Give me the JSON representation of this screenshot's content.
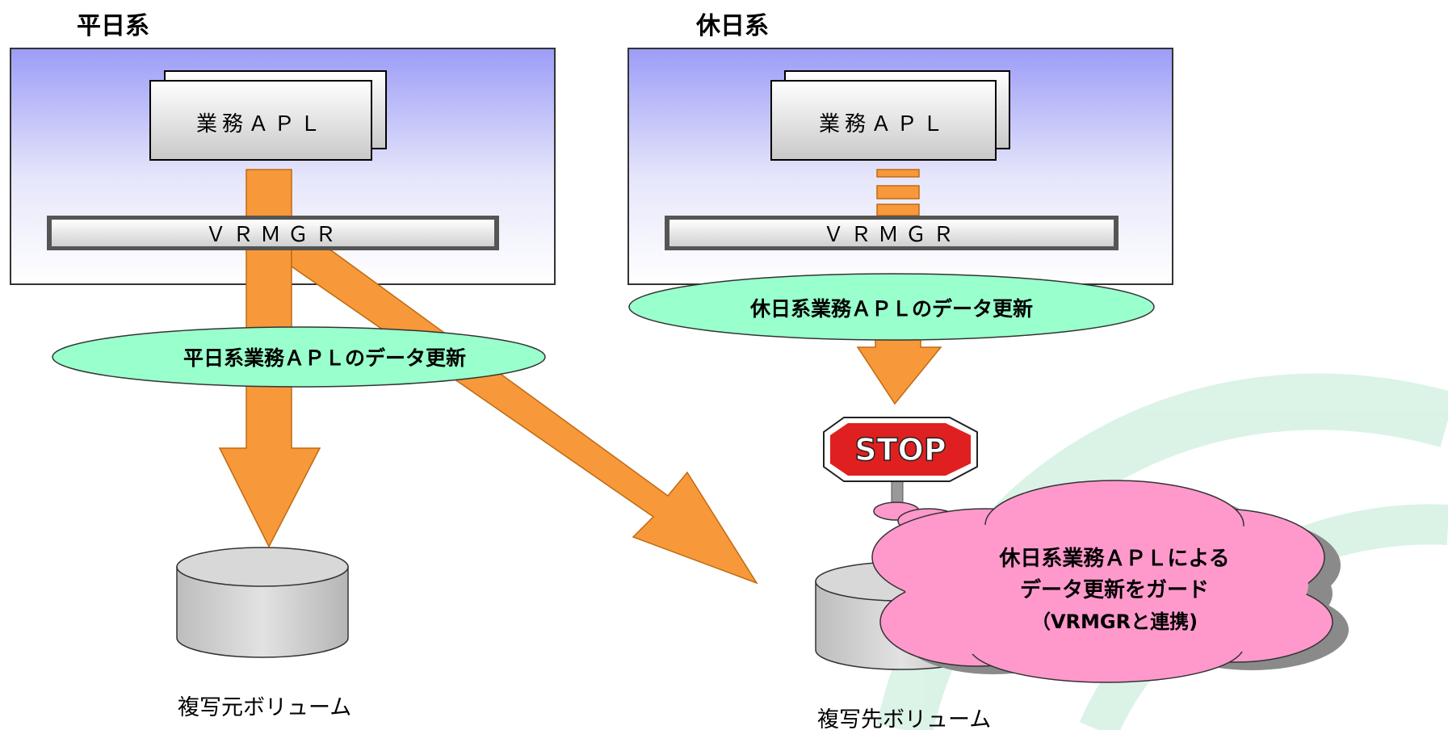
{
  "left_system": {
    "heading": "平日系",
    "app_label": "業務ＡＰＬ",
    "vrmgr_label": "ＶＲＭＧＲ",
    "update_label": "平日系業務ＡＰＬのデータ更新",
    "volume_label": "複写元ボリューム"
  },
  "right_system": {
    "heading": "休日系",
    "app_label": "業務ＡＰＬ",
    "vrmgr_label": "ＶＲＭＧＲ",
    "update_label": "休日系業務ＡＰＬのデータ更新",
    "stop_sign_text": "STOP",
    "guard_line1": "休日系業務ＡＰＬによる",
    "guard_line2": "データ更新をガード",
    "guard_line3": "（VRMGRと連携)",
    "volume_label": "複写先ボリューム"
  },
  "colors": {
    "arrow": "#f7993a",
    "system_gradient_top": "#9c9cf7",
    "system_gradient_bottom": "#ffffff",
    "ellipse": "#99ffcc",
    "cloud": "#ff99cc",
    "stop_sign": "#e02020",
    "watermark": "#c8efd9"
  }
}
